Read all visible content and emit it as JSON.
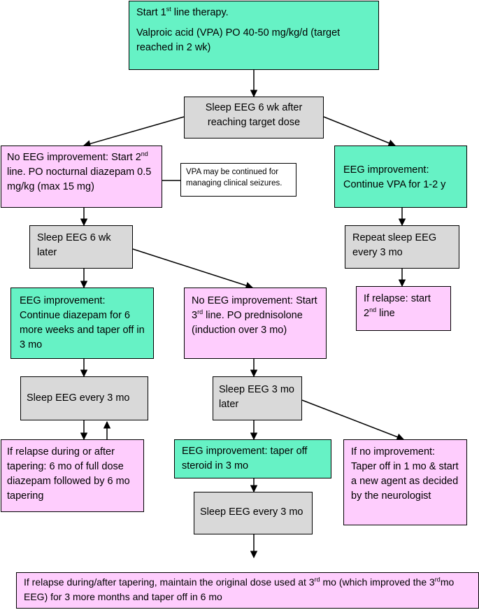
{
  "nodes": {
    "start": {
      "line1_pre": "Start 1",
      "line1_sup": "st",
      "line1_post": " line therapy.",
      "line2": "Valproic acid (VPA) PO 40-50 mg/kg/d (target reached in 2 wk)"
    },
    "eeg6wk_target": {
      "text": "Sleep EEG 6 wk after reaching target dose"
    },
    "no_improve_2nd": {
      "pre": "No EEG improvement: Start 2",
      "sup": "nd",
      "post": " line. PO nocturnal diazepam 0.5 mg/kg (max 15 mg)"
    },
    "vpa_note": {
      "text": "VPA may be continued for managing clinical seizures."
    },
    "improve_vpa": {
      "text": "EEG improvement: Continue VPA for 1-2 y"
    },
    "eeg6wk_later": {
      "text": "Sleep EEG 6 wk later"
    },
    "repeat_eeg": {
      "text": "Repeat sleep EEG every 3 mo"
    },
    "relapse_2nd": {
      "pre": "If relapse: start 2",
      "sup": "nd",
      "post": " line"
    },
    "improve_diazepam": {
      "text": "EEG improvement: Continue diazepam for 6 more weeks and taper off in 3 mo"
    },
    "no_improve_3rd": {
      "pre": "No EEG improvement: Start 3",
      "sup": "rd",
      "post": " line. PO prednisolone (induction over 3 mo)"
    },
    "eeg_every3_left": {
      "text": "Sleep EEG every 3 mo"
    },
    "eeg3mo_later": {
      "text": "Sleep EEG 3 mo later"
    },
    "relapse_diazepam": {
      "text": "If relapse during or after tapering: 6 mo of full dose diazepam followed by 6 mo tapering"
    },
    "improve_steroid": {
      "text": "EEG improvement: taper off steroid in 3 mo"
    },
    "no_improve_new": {
      "text": "If no improvement: Taper off in 1 mo & start a new agent as decided by the neurologist"
    },
    "eeg_every3_mid": {
      "text": "Sleep EEG every 3 mo"
    },
    "final": {
      "pre": "If relapse during/after tapering, maintain the original dose used at 3",
      "sup1": "rd",
      "mid": " mo (which improved the 3",
      "sup2": "rd",
      "post": "mo EEG) for 3 more months and taper off in 6 mo"
    }
  },
  "colors": {
    "green": "#66f2c5",
    "pink": "#fecdfd",
    "gray": "#d9d9d9",
    "line": "#000000"
  }
}
